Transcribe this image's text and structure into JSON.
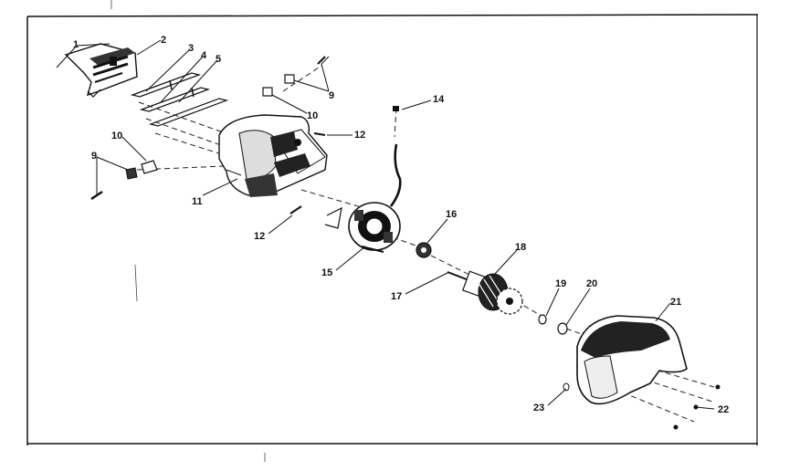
{
  "diagram": {
    "callouts": [
      {
        "id": "c1",
        "label": "1"
      },
      {
        "id": "c2",
        "label": "2"
      },
      {
        "id": "c3",
        "label": "3"
      },
      {
        "id": "c4",
        "label": "4"
      },
      {
        "id": "c5",
        "label": "5"
      },
      {
        "id": "c9a",
        "label": "9"
      },
      {
        "id": "c10a",
        "label": "10"
      },
      {
        "id": "c12a",
        "label": "12"
      },
      {
        "id": "c14",
        "label": "14"
      },
      {
        "id": "c10b",
        "label": "10"
      },
      {
        "id": "c9b",
        "label": "9"
      },
      {
        "id": "c11",
        "label": "11"
      },
      {
        "id": "c12b",
        "label": "12"
      },
      {
        "id": "c16",
        "label": "16"
      },
      {
        "id": "c18",
        "label": "18"
      },
      {
        "id": "c15",
        "label": "15"
      },
      {
        "id": "c17",
        "label": "17"
      },
      {
        "id": "c19",
        "label": "19"
      },
      {
        "id": "c20",
        "label": "20"
      },
      {
        "id": "c21",
        "label": "21"
      },
      {
        "id": "c22",
        "label": "22"
      },
      {
        "id": "c23",
        "label": "23"
      }
    ]
  }
}
